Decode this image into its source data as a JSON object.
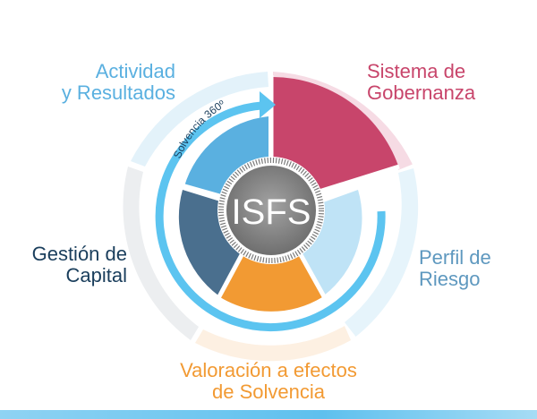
{
  "center": {
    "label": "ISFS"
  },
  "arrow": {
    "label": "Solvencia 360º"
  },
  "sections": {
    "actividad": {
      "line1": "Actividad",
      "line2": "y Resultados"
    },
    "sistema": {
      "line1": "Sistema de",
      "line2": "Gobernanza"
    },
    "gestion": {
      "line1": "Gestión de",
      "line2": "Capital"
    },
    "perfil": {
      "line1": "Perfil de",
      "line2": "Riesgo"
    },
    "valoracion": {
      "line1": "Valoración a efectos",
      "line2": "de Solvencia"
    }
  },
  "colors": {
    "sistema": "#c8456b",
    "actividad": "#5ab0e0",
    "gestion": "#4a6f8e",
    "perfil": "#bfe3f6",
    "valoracion": "#f29a33",
    "gestion_text": "#1a3e5c",
    "arrow": "#5cc4f0",
    "center": "#8a8a8a"
  }
}
